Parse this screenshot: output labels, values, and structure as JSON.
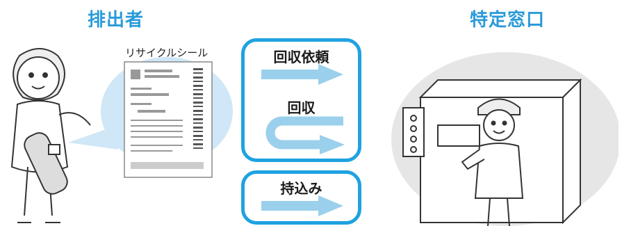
{
  "left_title": "排出者",
  "right_title": "特定窓口",
  "sticker_label": "リサイクルシール",
  "flows": {
    "request_label": "回収依頼",
    "collect_label": "回収",
    "bring_label": "持込み"
  },
  "colors": {
    "title": "#2a9ad8",
    "box_border": "#1fa2e0",
    "arrow": "#9ad0ec",
    "bubble": "#cfe7f6"
  }
}
